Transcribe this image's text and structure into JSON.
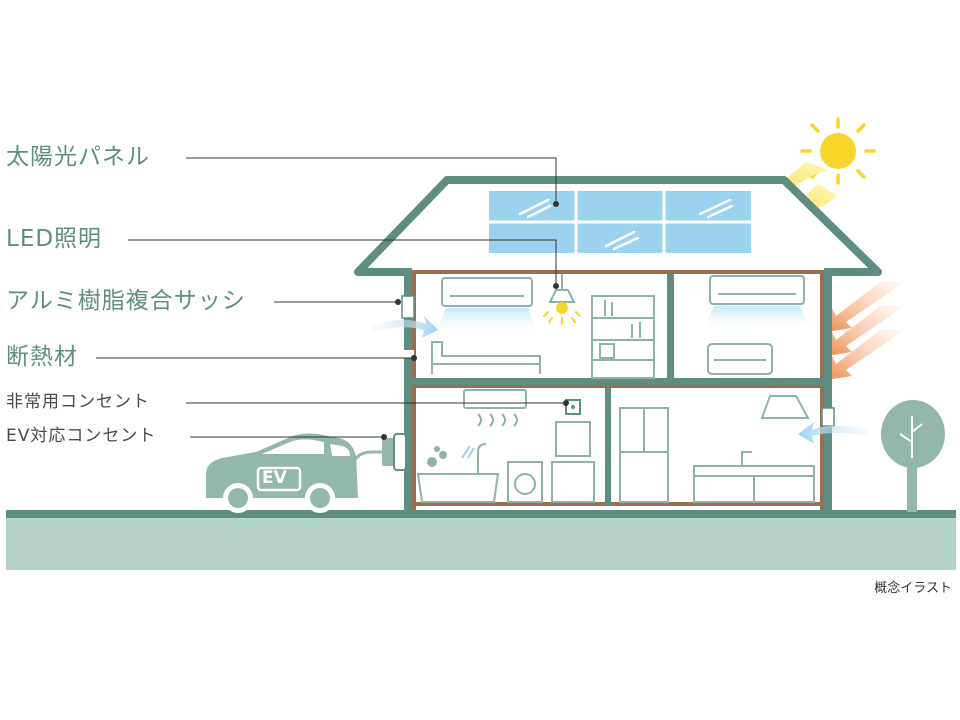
{
  "labels": {
    "solar_panel": "太陽光パネル",
    "led_lighting": "LED照明",
    "aluminum_resin_sash": "アルミ樹脂複合サッシ",
    "insulation": "断熱材",
    "emergency_outlet": "非常用コンセント",
    "ev_outlet": "EV対応コンセント"
  },
  "car_badge": "EV",
  "caption": "概念イラスト",
  "colors": {
    "house_green": "#5e8e82",
    "label_green": "#5e8e82",
    "ground": "#b5d3c9",
    "wood": "#9a6f4f",
    "panel_blue": "#9bd3ef",
    "sun_yellow": "#f7d52a",
    "heat_orange": "#ee8a4f",
    "airflow_blue": "#9ed2ee",
    "tree": "#93b7ad"
  }
}
